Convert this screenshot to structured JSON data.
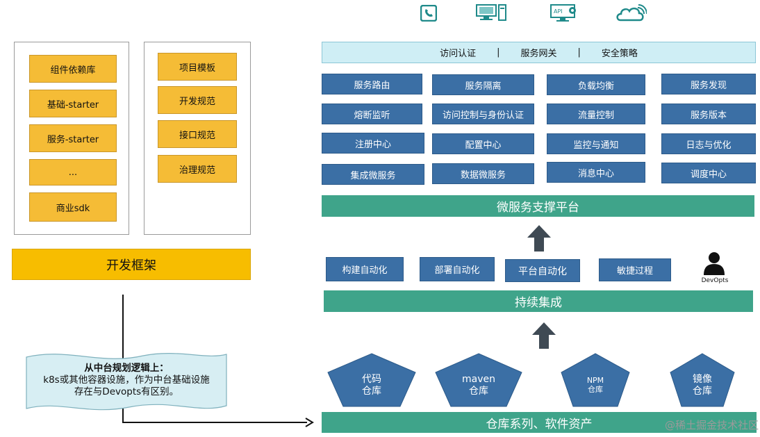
{
  "left_panel_1": {
    "items": [
      "组件依赖库",
      "基础-starter",
      "服务-starter",
      "...",
      "商业sdk"
    ]
  },
  "left_panel_2": {
    "items": [
      "项目模板",
      "开发规范",
      "接口规范",
      "治理规范"
    ]
  },
  "dev_framework_label": "开发框架",
  "note": {
    "title": "从中台规划逻辑上：",
    "line1": "k8s或其他容器设施，作为中台基础设施",
    "line2": "存在与Devopts有区别。"
  },
  "top_icons": [
    "phone-icon",
    "computer-icon",
    "api-monitor-icon",
    "cloud-icon"
  ],
  "gateway_bar": {
    "items": [
      "访问认证",
      "服务网关",
      "安全策略"
    ],
    "separator": "|"
  },
  "service_grid": [
    [
      "服务路由",
      "服务隔离",
      "负载均衡",
      "服务发现"
    ],
    [
      "熔断监听",
      "访问控制与身份认证",
      "流量控制",
      "服务版本"
    ],
    [
      "注册中心",
      "配置中心",
      "监控与通知",
      "日志与优化"
    ],
    [
      "集成微服务",
      "数据微服务",
      "消息中心",
      "调度中心"
    ]
  ],
  "microservice_platform_label": "微服务支撑平台",
  "automation_boxes": [
    "构建自动化",
    "部署自动化",
    "平台自动化",
    "敏捷过程"
  ],
  "devopts_label": "DevOpts",
  "ci_label": "持续集成",
  "repositories": [
    {
      "line1": "代码",
      "line2": "仓库"
    },
    {
      "line1": "maven",
      "line2": "仓库"
    },
    {
      "line1": "NPM",
      "line2": "仓库"
    },
    {
      "line1": "镜像",
      "line2": "仓库"
    }
  ],
  "repo_bar_label": "仓库系列、软件资产",
  "watermark": "@稀土掘金技术社区",
  "colors": {
    "yellow": "#f5bc36",
    "orange_bar": "#f7bd00",
    "blue": "#3b6fa5",
    "green": "#3fa48a",
    "light_cyan": "#cfeef5",
    "icon_teal": "#1f8a8a"
  }
}
